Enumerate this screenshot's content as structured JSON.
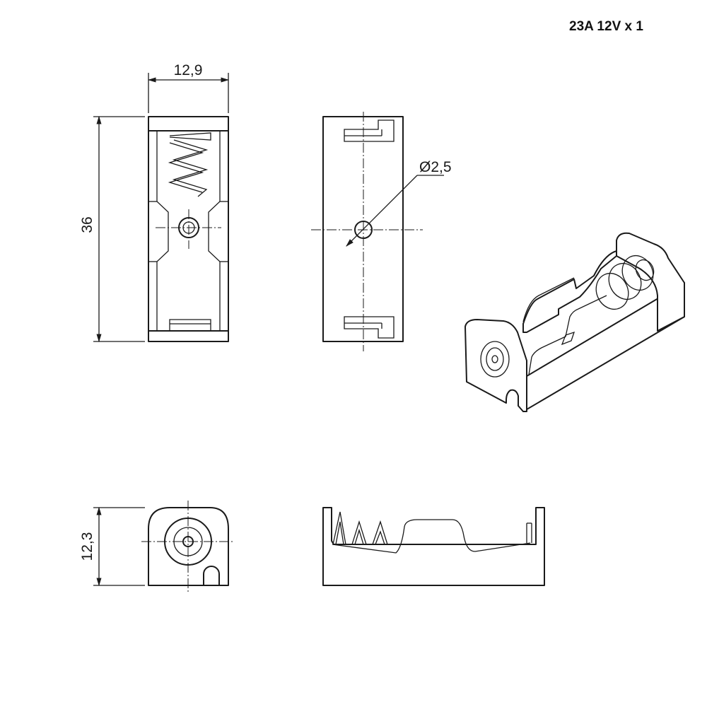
{
  "title": "23A 12V x 1",
  "dimensions": {
    "width": "12,9",
    "length": "36",
    "hole_diameter": "Ø2,5",
    "height": "12,3"
  }
}
